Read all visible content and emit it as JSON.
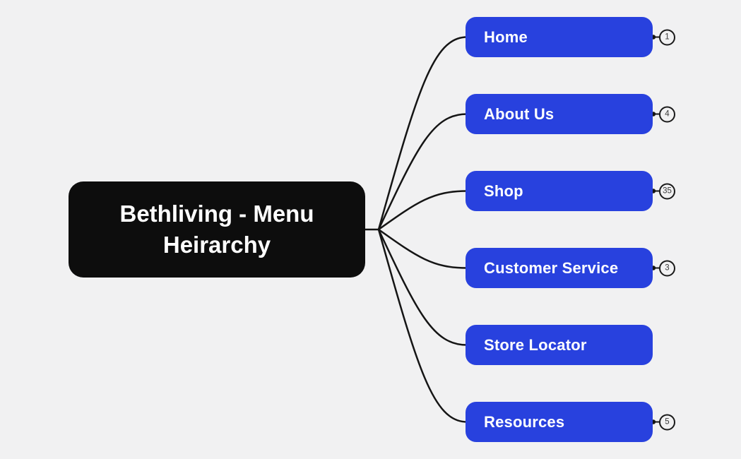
{
  "diagram": {
    "type": "mindmap",
    "root": {
      "label": "Bethliving - Menu Heirarchy"
    },
    "nodes": [
      {
        "label": "Home",
        "badge": "1"
      },
      {
        "label": "About Us",
        "badge": "4"
      },
      {
        "label": "Shop",
        "badge": "35"
      },
      {
        "label": "Customer Service",
        "badge": "3"
      },
      {
        "label": "Store Locator",
        "badge": ""
      },
      {
        "label": "Resources",
        "badge": "5"
      }
    ]
  },
  "colors": {
    "background": "#f1f1f2",
    "root_node": "#0d0d0d",
    "child_node": "#2841de",
    "edge": "#151515",
    "node_text": "#ffffff",
    "badge_border": "#1a1a1a",
    "badge_text": "#3a3a3a"
  }
}
